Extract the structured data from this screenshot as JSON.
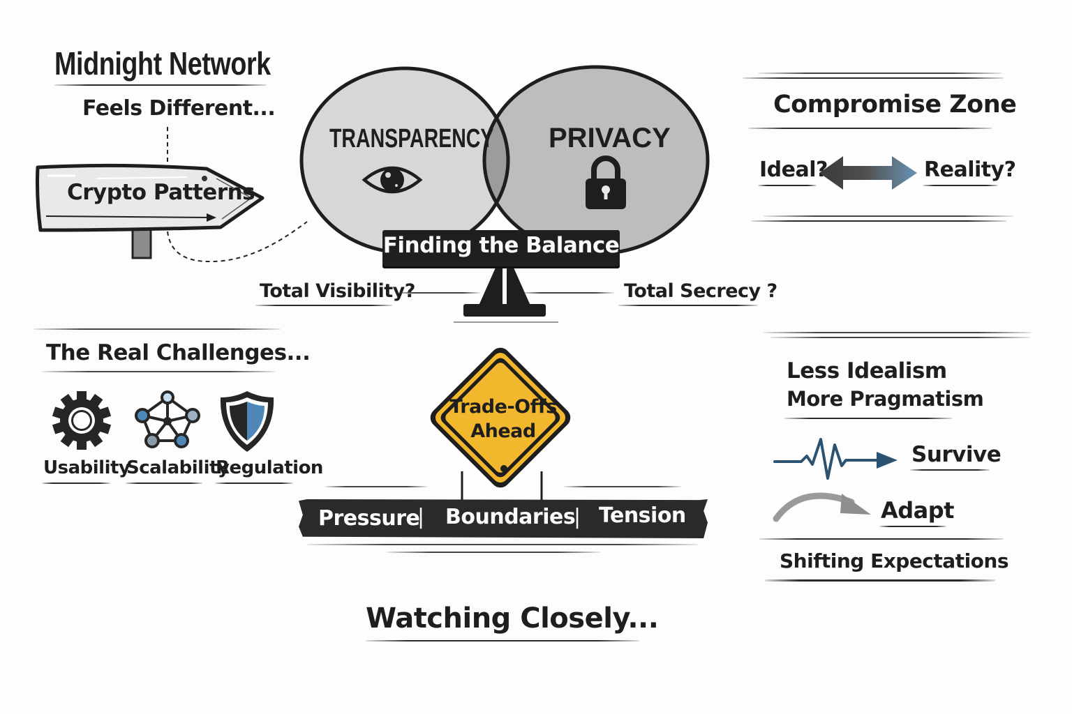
{
  "title": {
    "heading": "Midnight Network",
    "subheading": "Feels Different..."
  },
  "signpost": {
    "label": "Crypto Patterns",
    "icon": "arrow-signpost-icon"
  },
  "venn": {
    "left_label": "TRANSPARENCY",
    "left_icon": "eye-icon",
    "right_label": "PRIVACY",
    "right_icon": "lock-icon",
    "banner": "Finding the Balance",
    "left_extreme": "Total Visibility?",
    "right_extreme": "Total Secrecy ?",
    "colors": {
      "left_fill": "#d6d6d6",
      "right_fill": "#b9b9b9",
      "overlap_fill": "#9a9a9a",
      "outline": "#1e1e1e"
    }
  },
  "compromise": {
    "heading": "Compromise Zone",
    "left": "Ideal?",
    "right": "Reality?",
    "icon": "double-arrow-icon",
    "colors": {
      "arrow_dark": "#3a3a3a",
      "arrow_light": "#6a93b3"
    }
  },
  "challenges": {
    "heading": "The Real Challenges...",
    "items": [
      {
        "label": "Usability",
        "icon": "gear-icon"
      },
      {
        "label": "Scalability",
        "icon": "network-icon"
      },
      {
        "label": "Regulation",
        "icon": "shield-icon"
      }
    ],
    "accent": "#4f88b8"
  },
  "warning": {
    "line1": "Trade-Offs",
    "line2": "Ahead",
    "icon": "warning-diamond-sign",
    "color": "#f2b72c"
  },
  "tape": {
    "items": [
      "Pressure",
      "Boundaries",
      "Tension"
    ],
    "separator": "|"
  },
  "pragmatism": {
    "line1": "Less Idealism",
    "line2": "More Pragmatism",
    "survive": "Survive",
    "survive_icon": "heartbeat-arrow-icon",
    "adapt": "Adapt",
    "adapt_icon": "curved-arrow-icon",
    "footer": "Shifting Expectations",
    "colors": {
      "heartbeat": "#2c5271",
      "curve": "#9a9a9a"
    }
  },
  "footer": {
    "text": "Watching Closely..."
  }
}
